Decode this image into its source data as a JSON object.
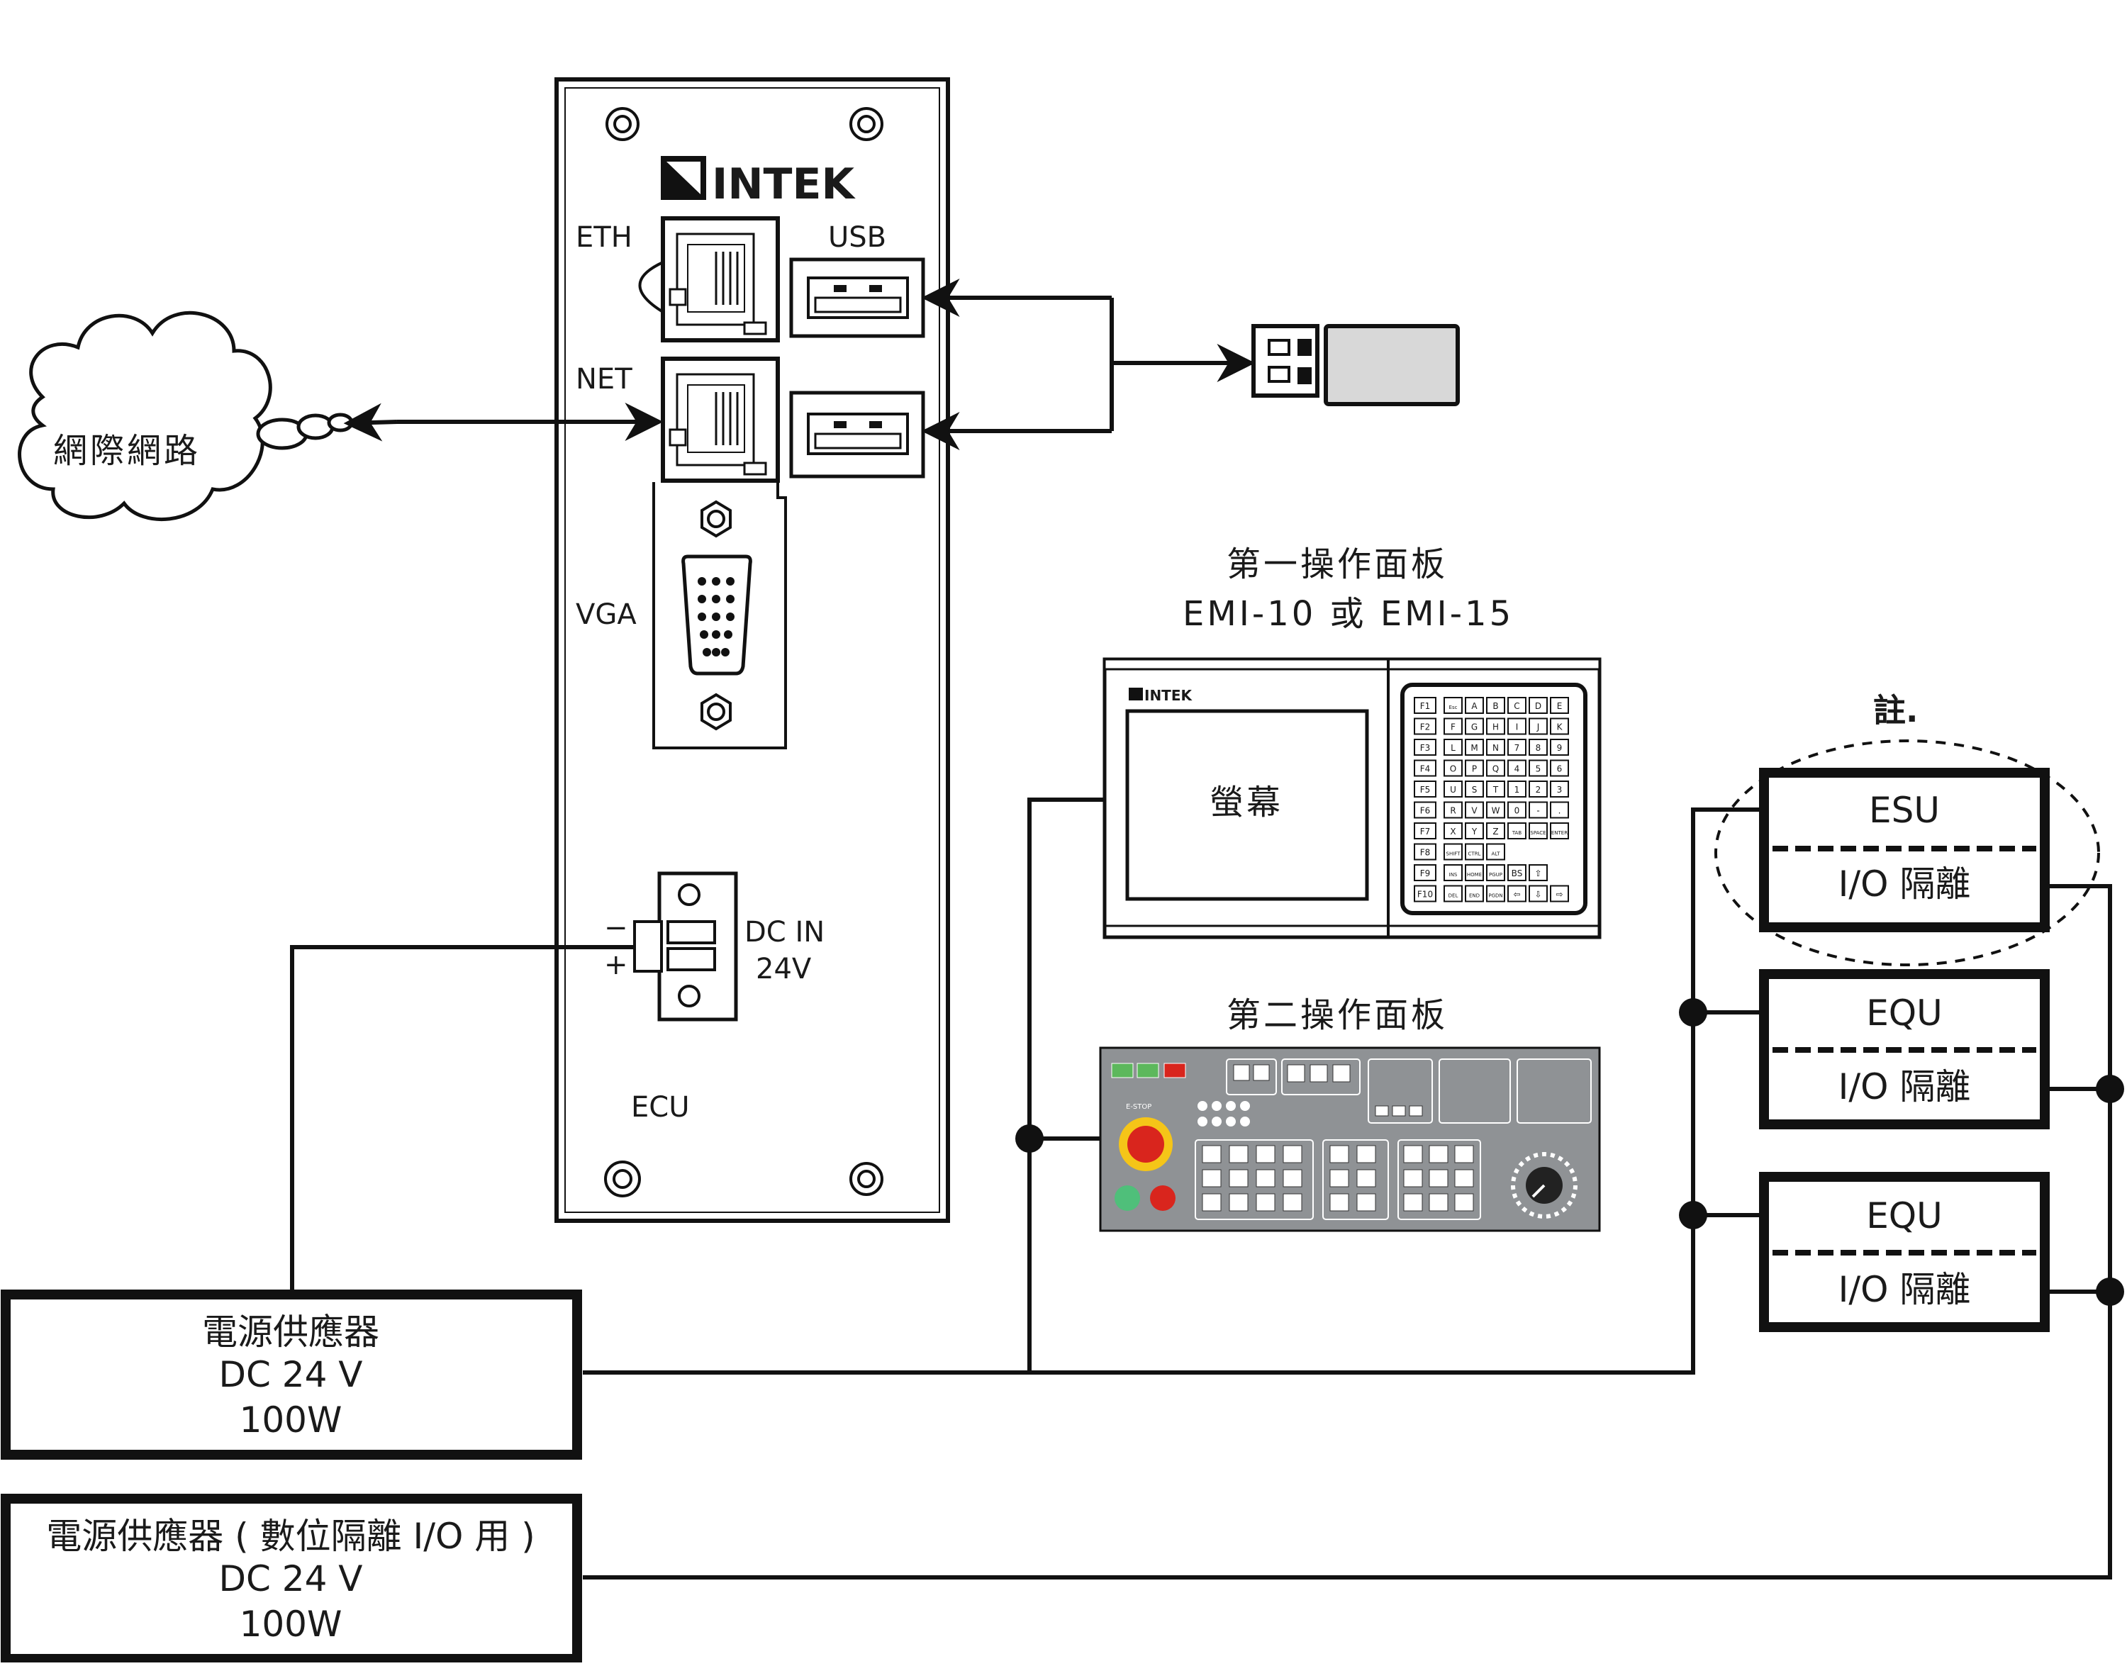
{
  "ecu": {
    "brand": "INTEK",
    "eth": "ETH",
    "usb": "USB",
    "net": "NET",
    "vga": "VGA",
    "dc_minus": "−",
    "dc_plus": "+",
    "dc_in_1": "DC IN",
    "dc_in_2": "24V",
    "name": "ECU"
  },
  "network": {
    "label": "網際網路"
  },
  "panel1": {
    "title": "第一操作面板",
    "subtitle": "EMI-10 或 EMI-15",
    "brand": "INTEK",
    "screen": "螢幕",
    "fkeys": [
      "F1",
      "F2",
      "F3",
      "F4",
      "F5",
      "F6",
      "F7",
      "F8",
      "F9",
      "F10"
    ],
    "keys": [
      [
        "Esc",
        "A",
        "B",
        "C",
        "D",
        "E"
      ],
      [
        "F",
        "G",
        "H",
        "I",
        "J",
        "K"
      ],
      [
        "L",
        "M",
        "N",
        "7",
        "8",
        "9"
      ],
      [
        "O",
        "P",
        "Q",
        "4",
        "5",
        "6"
      ],
      [
        "U",
        "S",
        "T",
        "1",
        "2",
        "3"
      ],
      [
        "R",
        "V",
        "W",
        "0",
        "-",
        "."
      ],
      [
        "X",
        "Y",
        "Z",
        "TAB",
        "SPACE",
        "ENTER"
      ],
      [
        "SHIFT",
        "CTRL",
        "ALT"
      ],
      [
        "INS",
        "HOME",
        "PGUP",
        "BS",
        "⇧"
      ],
      [
        "DEL",
        "END",
        "PGDN",
        "⇦",
        "⇩",
        "⇨"
      ]
    ]
  },
  "panel2": {
    "title": "第二操作面板",
    "estop": "E-STOP"
  },
  "note": {
    "label": "註."
  },
  "io_units": [
    {
      "top": "ESU",
      "bottom": "I/O 隔離"
    },
    {
      "top": "EQU",
      "bottom": "I/O 隔離"
    },
    {
      "top": "EQU",
      "bottom": "I/O 隔離"
    }
  ],
  "psu1": {
    "line1": "電源供應器",
    "line2": "DC 24 V",
    "line3": "100W"
  },
  "psu2": {
    "line1": "電源供應器 ( 數位隔離 I/O 用 )",
    "line2": "DC 24 V",
    "line3": "100W"
  }
}
